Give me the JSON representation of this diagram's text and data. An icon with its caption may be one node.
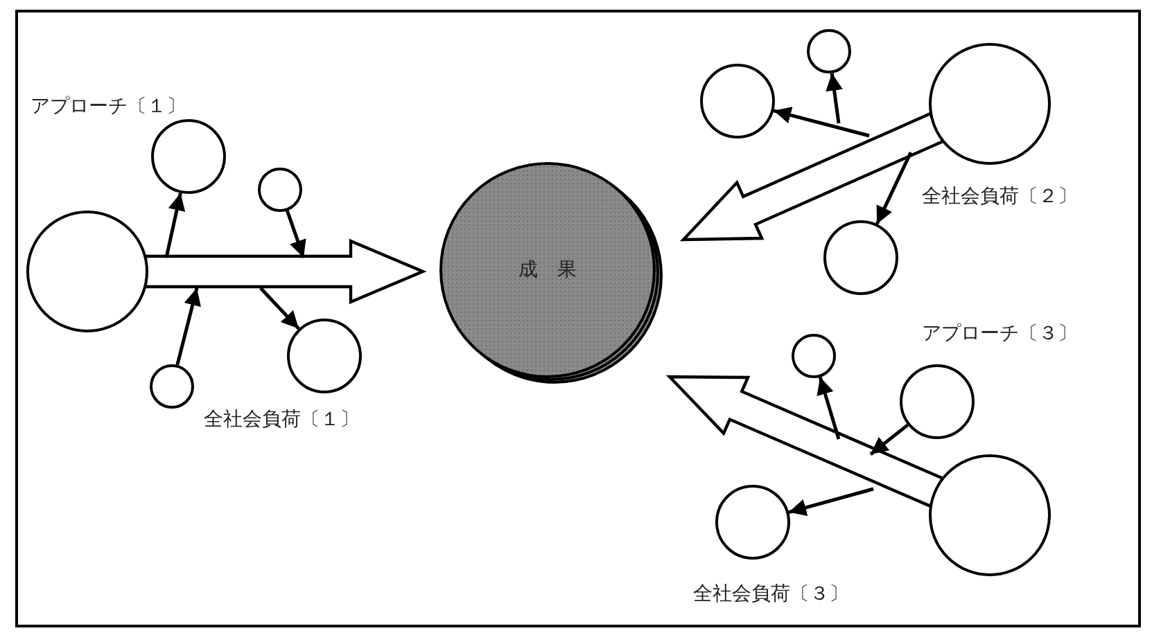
{
  "diagram": {
    "nodes": [
      {
        "text": [],
        "shape": "circle"
      },
      {
        "text": [],
        "shape": "circle"
      },
      {
        "text": [],
        "shape": "circle"
      },
      {
        "text": [],
        "shape": "circle"
      },
      {
        "text": [],
        "shape": "circle"
      },
      {
        "text": [
          "成　果"
        ]
      },
      {
        "text": [],
        "shape": "circle"
      },
      {
        "text": [],
        "shape": "circle"
      },
      {
        "text": [],
        "shape": "circle"
      },
      {
        "text": [],
        "shape": "circle"
      },
      {
        "text": [],
        "shape": "circle"
      },
      {
        "text": [],
        "shape": "circle"
      },
      {
        "text": [],
        "shape": "circle"
      },
      {
        "text": [],
        "shape": "circle"
      }
    ],
    "edges": [
      {
        "from": 0,
        "to": 5,
        "arrow": "to",
        "style": "thick"
      },
      {
        "from": 6,
        "to": 5,
        "arrow": "to",
        "style": "thick"
      },
      {
        "from": 12,
        "to": 5,
        "arrow": "to",
        "style": "thick"
      },
      {
        "from": null,
        "to": 1,
        "arrow": "to"
      },
      {
        "from": 2,
        "to": null,
        "arrow": "to"
      },
      {
        "from": 3,
        "to": null,
        "arrow": "to"
      },
      {
        "from": null,
        "to": 4,
        "arrow": "to"
      },
      {
        "from": null,
        "to": 7,
        "arrow": "to"
      },
      {
        "from": null,
        "to": 8,
        "arrow": "to"
      },
      {
        "from": null,
        "to": 9,
        "arrow": "to"
      },
      {
        "from": null,
        "to": 10,
        "arrow": "to"
      },
      {
        "from": 11,
        "to": null,
        "arrow": "to"
      },
      {
        "from": null,
        "to": 13,
        "arrow": "to"
      }
    ],
    "labels": [
      "アプローチ〔１〕",
      "全社会負荷〔２〕",
      "全社会負荷〔１〕",
      "アプローチ〔３〕",
      "全社会負荷〔３〕"
    ]
  }
}
